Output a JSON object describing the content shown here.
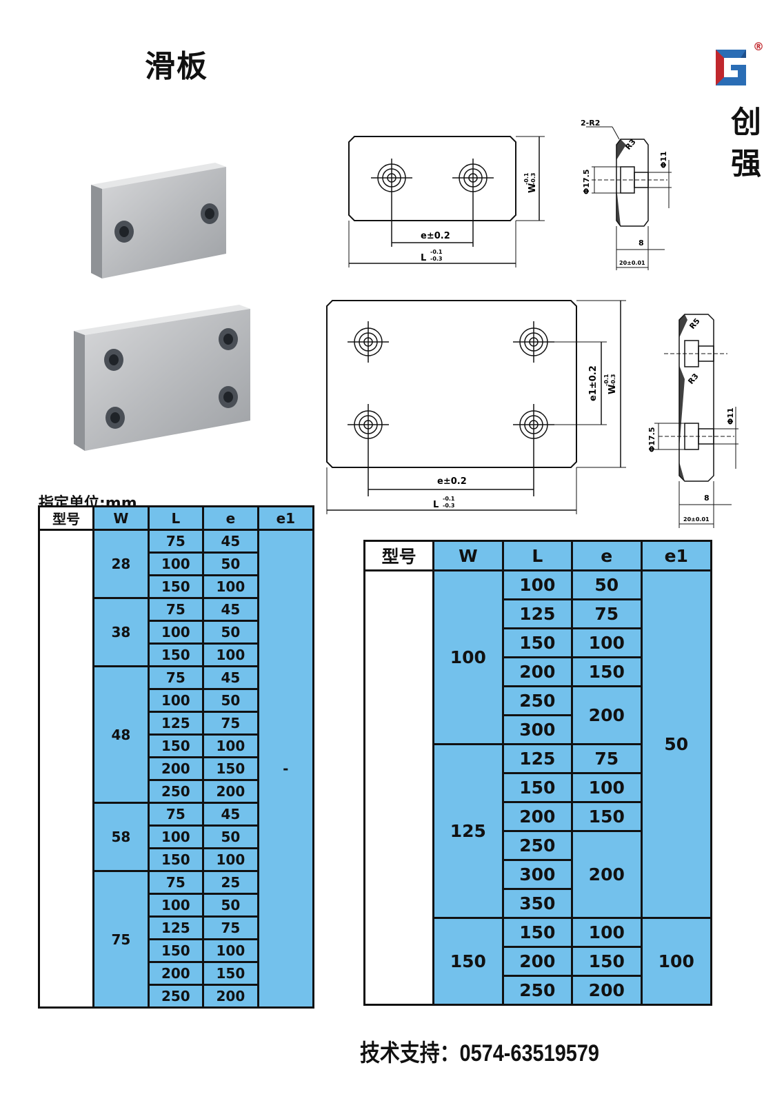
{
  "title": "滑板",
  "brand": {
    "name": "创强",
    "reg_mark": "®"
  },
  "unit_label": "指定单位:mm",
  "support": "技术支持：0574-63519579",
  "drawings": {
    "top": {
      "hole_pitch": "e±0.2",
      "length": "L",
      "length_tol": [
        "-0.1",
        "-0.3"
      ],
      "width": "W",
      "width_tol": [
        "-0.1",
        "-0.3"
      ]
    },
    "top_side": {
      "radius_label": "2-R2",
      "r3": "R3",
      "phi11": "Φ11",
      "phi175": "Φ17.5",
      "eight": "8",
      "thick": "20±0.01"
    },
    "bottom": {
      "hole_pitch": "e±0.2",
      "hole_pitch_w": "e1±0.2",
      "length": "L",
      "length_tol": [
        "-0.1",
        "-0.3"
      ],
      "width": "W",
      "width_tol": [
        "-0.1",
        "-0.3"
      ]
    },
    "bottom_side": {
      "r5": "R5",
      "r3": "R3",
      "phi11": "Φ11",
      "phi175": "Φ17.5",
      "eight": "8",
      "thick": "20±0.01"
    }
  },
  "table_small": {
    "headers": [
      "型号",
      "W",
      "L",
      "e",
      "e1"
    ],
    "e1_value": "-",
    "groups": [
      {
        "W": "28",
        "rows": [
          [
            "75",
            "45"
          ],
          [
            "100",
            "50"
          ],
          [
            "150",
            "100"
          ]
        ]
      },
      {
        "W": "38",
        "rows": [
          [
            "75",
            "45"
          ],
          [
            "100",
            "50"
          ],
          [
            "150",
            "100"
          ]
        ]
      },
      {
        "W": "48",
        "rows": [
          [
            "75",
            "45"
          ],
          [
            "100",
            "50"
          ],
          [
            "125",
            "75"
          ],
          [
            "150",
            "100"
          ],
          [
            "200",
            "150"
          ],
          [
            "250",
            "200"
          ]
        ]
      },
      {
        "W": "58",
        "rows": [
          [
            "75",
            "45"
          ],
          [
            "100",
            "50"
          ],
          [
            "150",
            "100"
          ]
        ]
      },
      {
        "W": "75",
        "rows": [
          [
            "75",
            "25"
          ],
          [
            "100",
            "50"
          ],
          [
            "125",
            "75"
          ],
          [
            "150",
            "100"
          ],
          [
            "200",
            "150"
          ],
          [
            "250",
            "200"
          ]
        ]
      }
    ]
  },
  "table_large": {
    "headers": [
      "型号",
      "W",
      "L",
      "e",
      "e1"
    ],
    "cells": {
      "W100": "100",
      "W125": "125",
      "W150": "150",
      "e1_50": "50",
      "e1_100": "100",
      "r1": [
        "100",
        "50"
      ],
      "r2": [
        "125",
        "75"
      ],
      "r3": [
        "150",
        "100"
      ],
      "r4": [
        "200",
        "150"
      ],
      "r5": [
        "250",
        "200"
      ],
      "r6": [
        "300"
      ],
      "r7": [
        "125",
        "75"
      ],
      "r8": [
        "150",
        "100"
      ],
      "r9": [
        "200",
        "150"
      ],
      "r10": [
        "250",
        "200"
      ],
      "r11": [
        "300"
      ],
      "r12": [
        "350"
      ],
      "r13": [
        "150",
        "100"
      ],
      "r14": [
        "200",
        "150"
      ],
      "r15": [
        "250",
        "200"
      ]
    }
  }
}
